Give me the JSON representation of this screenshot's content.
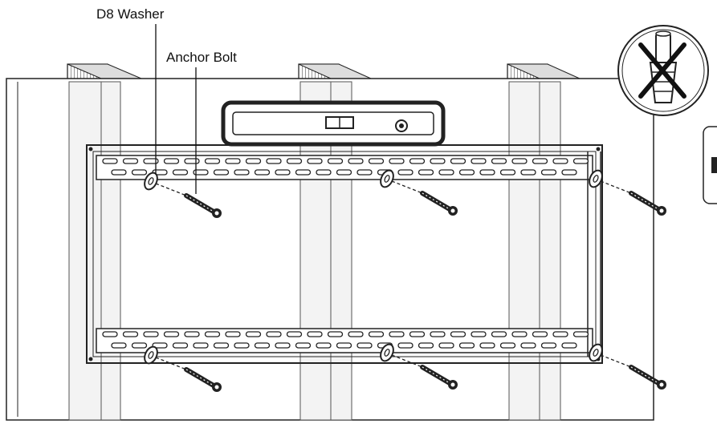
{
  "labels": {
    "washer": "D8 Washer",
    "bolt": "Anchor Bolt"
  },
  "icons": {
    "no_anchor": "no-wall-anchor-icon",
    "level": "spirit-level",
    "side_badge": "partial-badge"
  },
  "colors": {
    "ink": "#111111",
    "studs": "#f2f2f2",
    "wall": "#ffffff",
    "level_border": "#222222"
  }
}
